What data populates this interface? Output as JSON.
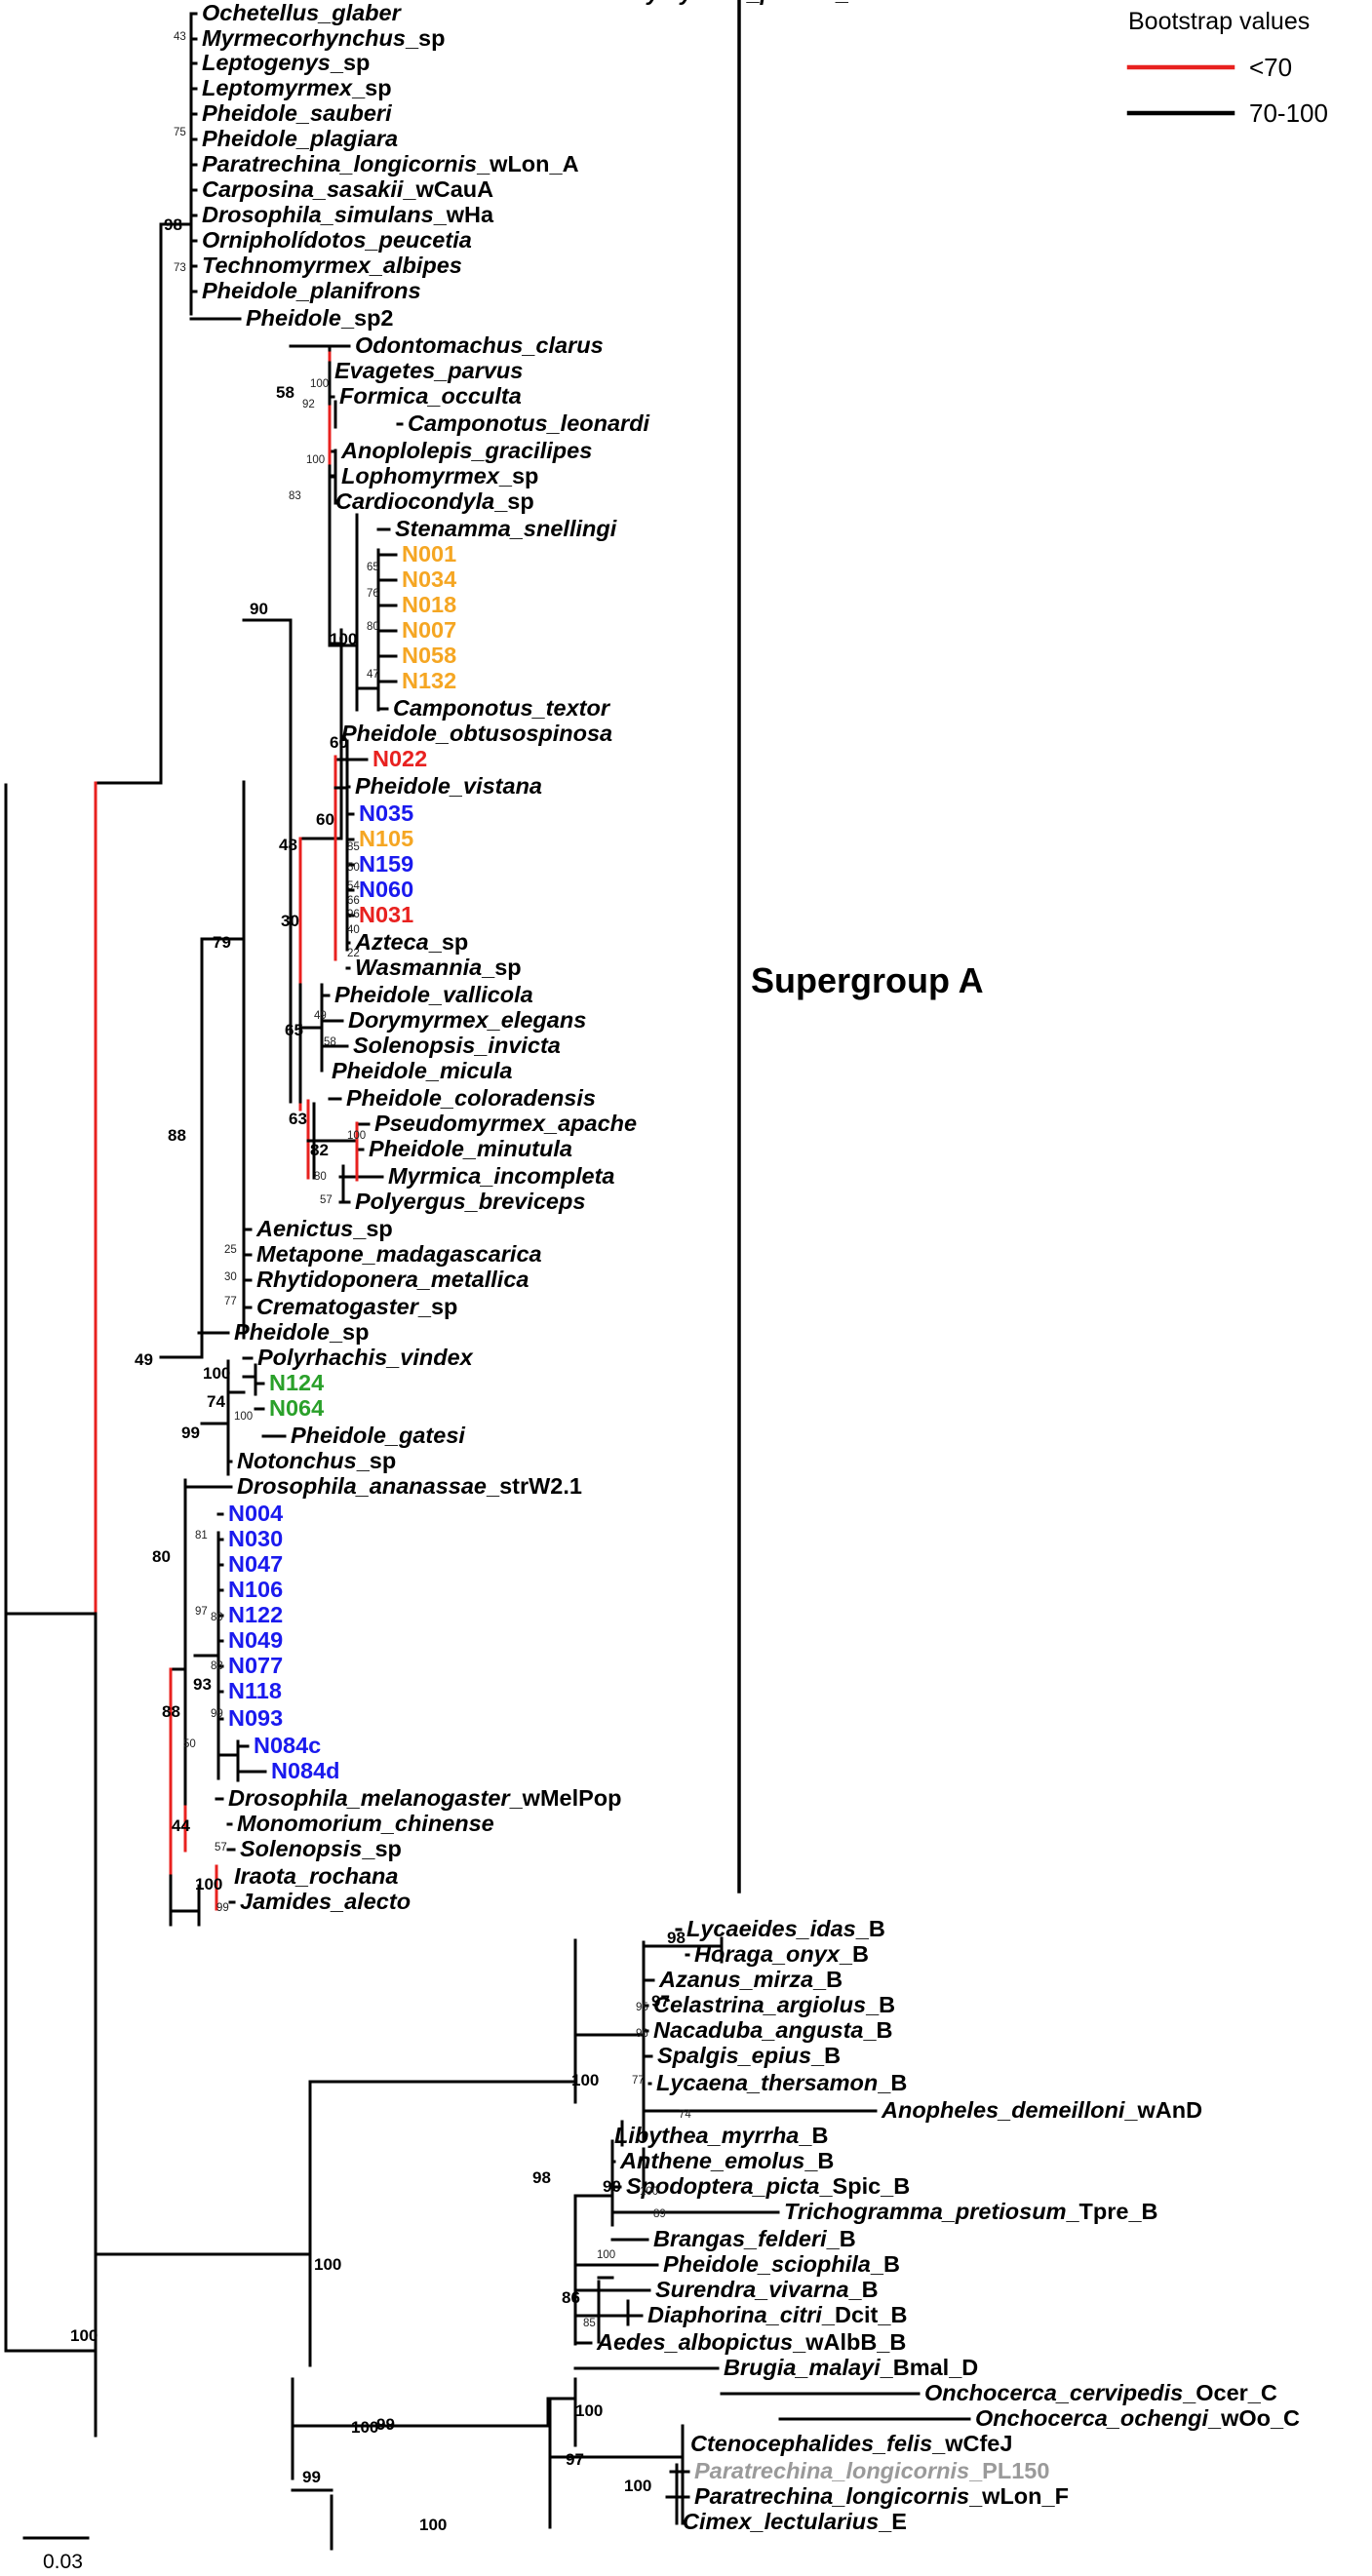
{
  "legend": {
    "title": "Bootstrap values",
    "items": [
      {
        "label": "<70",
        "color": "#e8211f"
      },
      {
        "label": "70-100",
        "color": "#000000"
      }
    ]
  },
  "supergroup_label": "Supergroup A",
  "scale_label": "0.03",
  "colors": {
    "black": "#000000",
    "red": "#e8211f",
    "orange": "#f5a623",
    "blue": "#1a1aee",
    "green": "#2aa02a",
    "gray": "#9a9a9a"
  },
  "taxa": [
    {
      "it": "Ochetellus_glaber",
      "tail": "",
      "color": "black"
    },
    {
      "it": "Myrmecorhynchus",
      "tail": "_sp",
      "color": "black"
    },
    {
      "it": "Leptogenys",
      "tail": "_sp",
      "color": "black"
    },
    {
      "it": "Leptomyrmex",
      "tail": "_sp",
      "color": "black"
    },
    {
      "it": "Pheidole_sauberi",
      "tail": "",
      "color": "black"
    },
    {
      "it": "Pheidole_plagiara",
      "tail": "",
      "color": "black"
    },
    {
      "it": "Paratrechina_longicornis",
      "tail": "_wLon_A",
      "color": "black"
    },
    {
      "it": "Carposina_sasakii",
      "tail": "_wCauA",
      "color": "black"
    },
    {
      "it": "Drosophila_simulans",
      "tail": "_wHa",
      "color": "black"
    },
    {
      "it": "Ornipholídotos_peucetia",
      "tail": "",
      "color": "black"
    },
    {
      "it": "Technomyrmex_albipes",
      "tail": "",
      "color": "black"
    },
    {
      "it": "Pheidole_planifrons",
      "tail": "",
      "color": "black"
    },
    {
      "it": "Pheidole",
      "tail": "_sp2",
      "color": "black"
    },
    {
      "it": "Odontomachus_clarus",
      "tail": "",
      "color": "black"
    },
    {
      "it": "Evagetes_parvus",
      "tail": "",
      "color": "black"
    },
    {
      "it": "Formica_occulta",
      "tail": "",
      "color": "black"
    },
    {
      "it": "Camponotus_leonardi",
      "tail": "",
      "color": "black"
    },
    {
      "it": "Anoplolepis_gracilipes",
      "tail": "",
      "color": "black"
    },
    {
      "it": "Lophomyrmex",
      "tail": "_sp",
      "color": "black"
    },
    {
      "it": "Cardiocondyla",
      "tail": "_sp",
      "color": "black"
    },
    {
      "it": "Stenamma_snellingi",
      "tail": "",
      "color": "black"
    },
    {
      "it": "",
      "tail": "N001",
      "color": "orange"
    },
    {
      "it": "",
      "tail": "N034",
      "color": "orange"
    },
    {
      "it": "",
      "tail": "N018",
      "color": "orange"
    },
    {
      "it": "",
      "tail": "N007",
      "color": "orange"
    },
    {
      "it": "",
      "tail": "N058",
      "color": "orange"
    },
    {
      "it": "",
      "tail": "N132",
      "color": "orange"
    },
    {
      "it": "Camponotus_textor",
      "tail": "",
      "color": "black"
    },
    {
      "it": "Pheidole_obtusospinosa",
      "tail": "",
      "color": "black"
    },
    {
      "it": "",
      "tail": "N022",
      "color": "red"
    },
    {
      "it": "Pheidole_vistana",
      "tail": "",
      "color": "black"
    },
    {
      "it": "",
      "tail": "N035",
      "color": "blue"
    },
    {
      "it": "",
      "tail": "N105",
      "color": "orange"
    },
    {
      "it": "",
      "tail": "N159",
      "color": "blue"
    },
    {
      "it": "",
      "tail": "N060",
      "color": "blue"
    },
    {
      "it": "",
      "tail": "N031",
      "color": "red"
    },
    {
      "it": "Azteca",
      "tail": "_sp",
      "color": "black"
    },
    {
      "it": "Wasmannia",
      "tail": "_sp",
      "color": "black"
    },
    {
      "it": "Pheidole_vallicola",
      "tail": "",
      "color": "black"
    },
    {
      "it": "Dorymyrmex_elegans",
      "tail": "",
      "color": "black"
    },
    {
      "it": "Solenopsis_invicta",
      "tail": "",
      "color": "black"
    },
    {
      "it": "Pheidole_micula",
      "tail": "",
      "color": "black"
    },
    {
      "it": "Pheidole_coloradensis",
      "tail": "",
      "color": "black"
    },
    {
      "it": "Pseudomyrmex_apache",
      "tail": "",
      "color": "black"
    },
    {
      "it": "Pheidole_minutula",
      "tail": "",
      "color": "black"
    },
    {
      "it": "Myrmica_incompleta",
      "tail": "",
      "color": "black"
    },
    {
      "it": "Polyergus_breviceps",
      "tail": "",
      "color": "black"
    },
    {
      "it": "Aenictus",
      "tail": "_sp",
      "color": "black"
    },
    {
      "it": "Metapone_madagascarica",
      "tail": "",
      "color": "black"
    },
    {
      "it": "Rhytidoponera_metallica",
      "tail": "",
      "color": "black"
    },
    {
      "it": "Crematogaster",
      "tail": "_sp",
      "color": "black"
    },
    {
      "it": "Pheidole",
      "tail": "_sp",
      "color": "black"
    },
    {
      "it": "Polyrhachis_vindex",
      "tail": "",
      "color": "black"
    },
    {
      "it": "",
      "tail": "N124",
      "color": "green"
    },
    {
      "it": "",
      "tail": "N064",
      "color": "green"
    },
    {
      "it": "Pheidole_gatesi",
      "tail": "",
      "color": "black"
    },
    {
      "it": "Notonchus",
      "tail": "_sp",
      "color": "black"
    },
    {
      "it": "Drosophila_ananassae",
      "tail": "_strW2.1",
      "color": "black"
    },
    {
      "it": "",
      "tail": "N004",
      "color": "blue"
    },
    {
      "it": "",
      "tail": "N030",
      "color": "blue"
    },
    {
      "it": "",
      "tail": "N047",
      "color": "blue"
    },
    {
      "it": "",
      "tail": "N106",
      "color": "blue"
    },
    {
      "it": "",
      "tail": "N122",
      "color": "blue"
    },
    {
      "it": "",
      "tail": "N049",
      "color": "blue"
    },
    {
      "it": "",
      "tail": "N077",
      "color": "blue"
    },
    {
      "it": "",
      "tail": "N118",
      "color": "blue"
    },
    {
      "it": "",
      "tail": "N093",
      "color": "blue"
    },
    {
      "it": "",
      "tail": "N084c",
      "color": "blue"
    },
    {
      "it": "",
      "tail": "N084d",
      "color": "blue"
    },
    {
      "it": "Drosophila_melanogaster",
      "tail": "_wMelPop",
      "color": "black"
    },
    {
      "it": "Monomorium_chinense",
      "tail": "",
      "color": "black"
    },
    {
      "it": "Solenopsis",
      "tail": "_sp",
      "color": "black"
    },
    {
      "it": "Iraota_rochana",
      "tail": "",
      "color": "black"
    },
    {
      "it": "Jamides_alecto",
      "tail": "",
      "color": "black"
    },
    {
      "it": "Lycaeides_idas",
      "tail": "_B",
      "color": "black"
    },
    {
      "it": "Horaga_onyx",
      "tail": "_B",
      "color": "black"
    },
    {
      "it": "Azanus_mirza",
      "tail": "_B",
      "color": "black"
    },
    {
      "it": "Celastrina_argiolus",
      "tail": "_B",
      "color": "black"
    },
    {
      "it": "Nacaduba_angusta",
      "tail": "_B",
      "color": "black"
    },
    {
      "it": "Spalgis_epius",
      "tail": "_B",
      "color": "black"
    },
    {
      "it": "Lycaena_thersamon",
      "tail": "_B",
      "color": "black"
    },
    {
      "it": "Anopheles_demeilloni",
      "tail": "_wAnD",
      "color": "black"
    },
    {
      "it": "Libythea_myrrha",
      "tail": "_B",
      "color": "black"
    },
    {
      "it": "Anthene_emolus",
      "tail": "_B",
      "color": "black"
    },
    {
      "it": "Spodoptera_picta",
      "tail": "_Spic_B",
      "color": "black"
    },
    {
      "it": "Trichogramma_pretiosum",
      "tail": "_Tpre_B",
      "color": "black"
    },
    {
      "it": "Brangas_felderi",
      "tail": "_B",
      "color": "black"
    },
    {
      "it": "Pheidole_sciophila",
      "tail": "_B",
      "color": "black"
    },
    {
      "it": "Surendra_vivarna",
      "tail": "_B",
      "color": "black"
    },
    {
      "it": "Diaphorina_citri",
      "tail": "_Dcit_B",
      "color": "black"
    },
    {
      "it": "Aedes_albopictus",
      "tail": "_wAlbB_B",
      "color": "black"
    },
    {
      "it": "Brugia_malayi",
      "tail": "_Bmal_D",
      "color": "black"
    },
    {
      "it": "Onchocerca_cervipedis",
      "tail": "_Ocer_C",
      "color": "black"
    },
    {
      "it": "Onchocerca_ochengi",
      "tail": "_wOo_C",
      "color": "black"
    },
    {
      "it": "Ctenocephalides_felis",
      "tail": "_wCfeJ",
      "color": "black"
    },
    {
      "it": "Paratrechina_longicornis",
      "tail": "_PL150",
      "color": "gray"
    },
    {
      "it": "Paratrechina_longicornis",
      "tail": "_wLon_F",
      "color": "black"
    },
    {
      "it": "Cimex_lectularius",
      "tail": "_E",
      "color": "black"
    },
    {
      "it": "Ocymyrmex_picardi",
      "tail": "_F",
      "color": "black"
    }
  ],
  "bootstrap": [
    "43",
    "75",
    "98",
    "73",
    "58",
    "100",
    "92",
    "100",
    "83",
    "65",
    "76",
    "80",
    "47",
    "100",
    "90",
    "60",
    "60",
    "85",
    "50",
    "54",
    "66",
    "96",
    "40",
    "22",
    "48",
    "30",
    "49",
    "58",
    "65",
    "100",
    "80",
    "57",
    "82",
    "63",
    "79",
    "25",
    "30",
    "77",
    "88",
    "100",
    "74",
    "100",
    "99",
    "49",
    "81",
    "97",
    "80",
    "83",
    "99",
    "93",
    "50",
    "88",
    "80",
    "44",
    "57",
    "100",
    "99",
    "98",
    "97",
    "95",
    "96",
    "77",
    "74",
    "100",
    "90",
    "100",
    "89",
    "98",
    "100",
    "85",
    "86",
    "100",
    "100",
    "100",
    "100",
    "99",
    "100",
    "97",
    "99",
    "100"
  ]
}
